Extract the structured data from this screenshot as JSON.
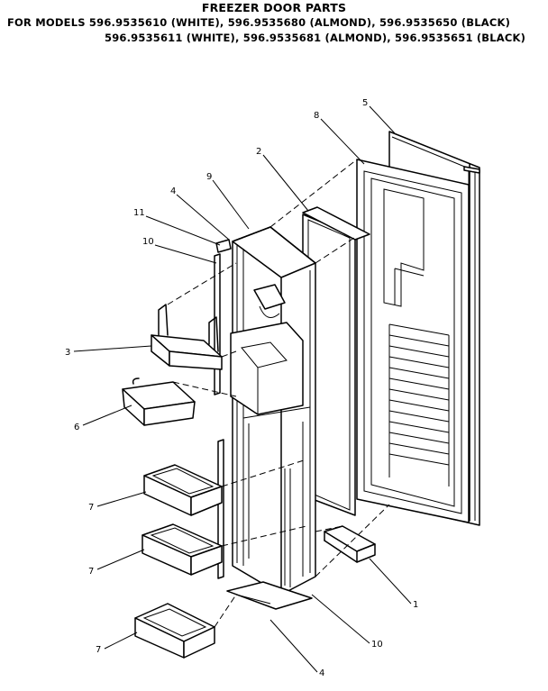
{
  "header": {
    "title": "FREEZER DOOR PARTS",
    "models_line1": "FOR MODELS 596.9535610 (WHITE), 596.9535680 (ALMOND), 596.9535650 (BLACK)",
    "models_line2": "596.9535611 (WHITE), 596.9535681 (ALMOND), 596.9535651 (BLACK)"
  },
  "callouts": [
    "5",
    "8",
    "2",
    "9",
    "4",
    "11",
    "10",
    "3",
    "6",
    "7",
    "7",
    "7",
    "1",
    "10",
    "4"
  ]
}
